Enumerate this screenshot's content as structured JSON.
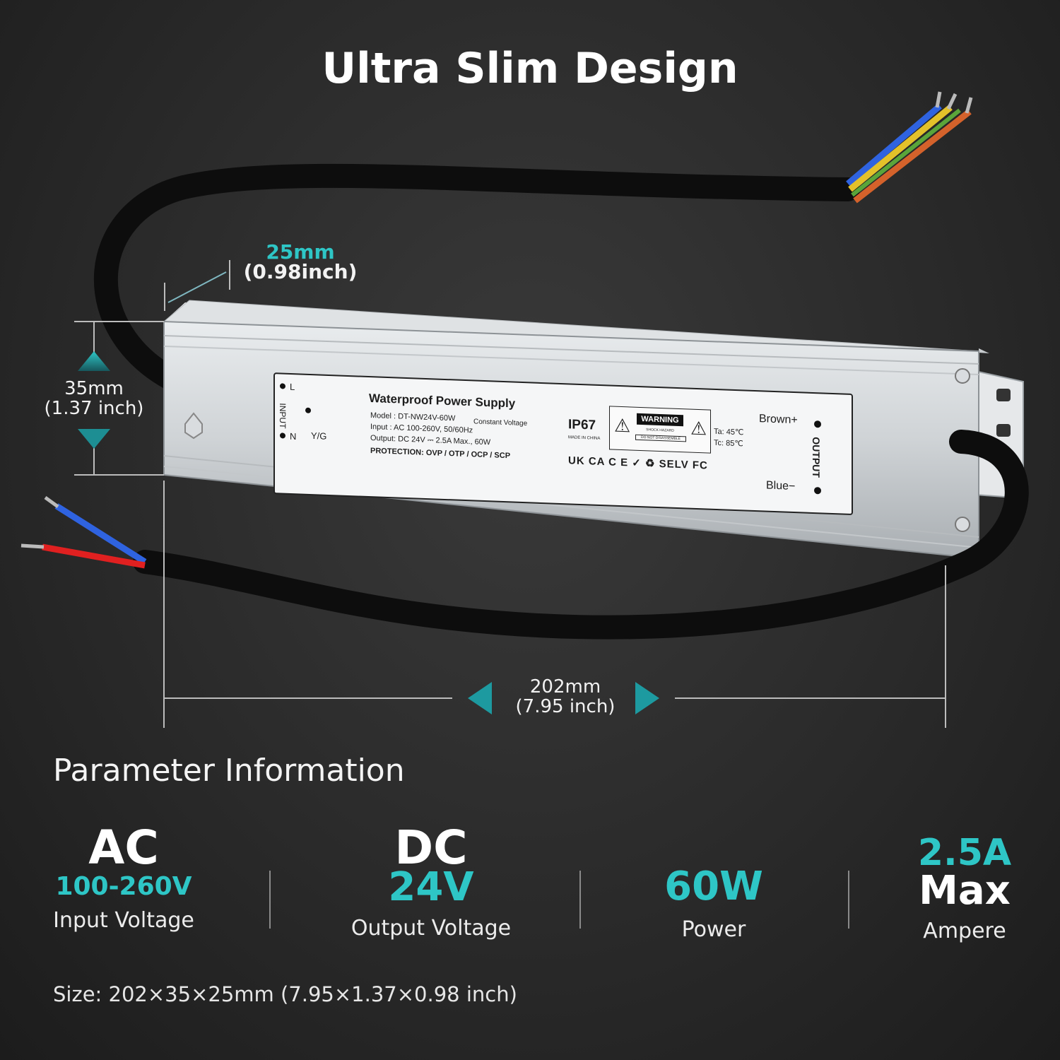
{
  "title": "Ultra Slim Design",
  "dimensions": {
    "depth_mm": "25mm",
    "depth_in": "(0.98inch)",
    "height_mm": "35mm",
    "height_in": "(1.37 inch)",
    "length_mm": "202mm",
    "length_in": "(7.95 inch)"
  },
  "product_label": {
    "terminal_l": "L",
    "terminal_n": "N",
    "input_text": "INPUT",
    "yg_text": "Y/G",
    "heading": "Waterproof Power Supply",
    "model": "Model  : DT-NW24V-60W",
    "mode": "Constant Voltage",
    "input": "Input   : AC 100-260V,  50/60Hz",
    "output": "Output: DC 24V ⎓ 2.5A Max., 60W",
    "protection": "PROTECTION: OVP / OTP / OCP / SCP",
    "ip_rating": "IP67",
    "made_in": "MADE IN CHINA",
    "warning": "WARNING",
    "warning_sub1": "SHOCK HAZARD",
    "warning_sub2": "DO NOT DISASSEMBLE",
    "ta": "Ta: 45℃",
    "tc": "Tc: 85℃",
    "cert_marks": "UK CA  C E  ✓  ♻  SELV  FC",
    "brown": "Brown+",
    "blue": "Blue−",
    "output_text": "OUTPUT"
  },
  "colors": {
    "accent_teal": "#2ec6c6",
    "wire_blue": "#2f63e0",
    "wire_yellow": "#e3c12a",
    "wire_green": "#5aa53a",
    "wire_brown": "#d4622b",
    "wire_red": "#e02020"
  },
  "params": {
    "heading": "Parameter Information",
    "items": [
      {
        "big": "AC",
        "teal": "100-260V",
        "caption": "Input Voltage"
      },
      {
        "big": "DC",
        "teal": "24V",
        "caption": "Output Voltage"
      },
      {
        "big": "",
        "teal": "60W",
        "caption": "Power"
      },
      {
        "teal_top": "2.5A",
        "big": "Max",
        "caption": "Ampere"
      }
    ],
    "size_line": "Size: 202×35×25mm (7.95×1.37×0.98 inch)"
  }
}
